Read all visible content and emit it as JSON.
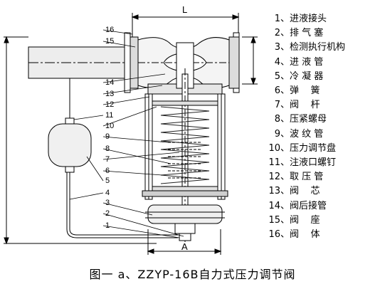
{
  "title": "图一  a、ZZYP-16B自力式压力调节阀",
  "dimensions": {
    "top": "L",
    "bottom": "A"
  },
  "callout_numbers": [
    "16",
    "15",
    "14",
    "13",
    "12",
    "11",
    "10",
    "9",
    "8",
    "7",
    "6",
    "5",
    "4",
    "3",
    "2",
    "1"
  ],
  "parts": [
    {
      "no": "1、",
      "name": "进液接头"
    },
    {
      "no": "2、",
      "name": "排 气 塞"
    },
    {
      "no": "3、",
      "name": "检测执行机构"
    },
    {
      "no": "4、",
      "name": "进 液 管"
    },
    {
      "no": "5、",
      "name": "冷 凝 器"
    },
    {
      "no": "6、",
      "name": "弹    簧"
    },
    {
      "no": "7、",
      "name": "阀    杆"
    },
    {
      "no": "8、",
      "name": "压紧螺母"
    },
    {
      "no": "9、",
      "name": "波 纹 管"
    },
    {
      "no": "10、",
      "name": "压力调节盘"
    },
    {
      "no": "11、",
      "name": "注液口螺钉"
    },
    {
      "no": "12、",
      "name": "取 压 管"
    },
    {
      "no": "13、",
      "name": "阀    芯"
    },
    {
      "no": "14、",
      "name": "阀后接管"
    },
    {
      "no": "15、",
      "name": "阀    座"
    },
    {
      "no": "16、",
      "name": "阀    体"
    }
  ]
}
